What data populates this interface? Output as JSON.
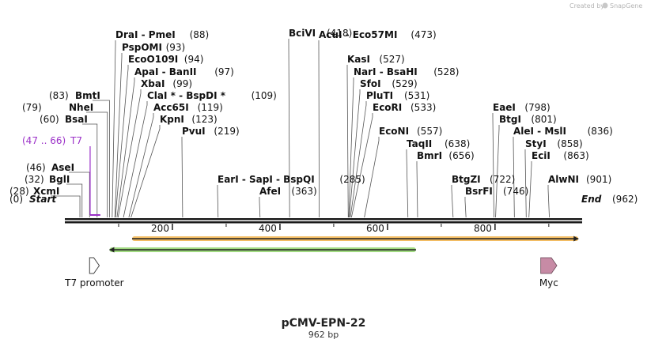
{
  "branding": {
    "created_by": "Created by",
    "app": "SnapGene"
  },
  "sequence": {
    "name": "pCMV-EPN-22",
    "length_label": "962 bp",
    "length": 962
  },
  "ends": {
    "start": {
      "label": "Start",
      "pos": "(0)"
    },
    "end": {
      "label": "End",
      "pos": "(962)"
    }
  },
  "colors": {
    "backbone": "#1a1a1a",
    "orange": "#f0b048",
    "green": "#8fd46a",
    "primer": "#9b30c8",
    "myc": "#c78ba5"
  },
  "ruler": {
    "ticks": [
      {
        "bp": 200,
        "label": "200"
      },
      {
        "bp": 400,
        "label": "400"
      },
      {
        "bp": 600,
        "label": "600"
      },
      {
        "bp": 800,
        "label": "800"
      }
    ]
  },
  "sites": [
    {
      "name": "XcmI",
      "pos": "(28)",
      "bp": 28,
      "side": "left"
    },
    {
      "name": "BglI",
      "pos": "(32)",
      "bp": 32,
      "side": "left"
    },
    {
      "name": "AseI",
      "pos": "(46)",
      "bp": 46,
      "side": "left"
    },
    {
      "name": "BsaI",
      "pos": "(60)",
      "bp": 60,
      "side": "left"
    },
    {
      "name": "NheI",
      "pos": "(79)",
      "bp": 79,
      "side": "left"
    },
    {
      "name": "BmtI",
      "pos": "(83)",
      "bp": 83,
      "side": "left"
    },
    {
      "name": "KpnI",
      "pos": "(123)",
      "bp": 123,
      "side": "right"
    },
    {
      "name": "Acc65I",
      "pos": "(119)",
      "bp": 119,
      "side": "right"
    },
    {
      "name": "ClaI * - BspDI *",
      "pos": "(109)",
      "bp": 109,
      "side": "right"
    },
    {
      "name": "XbaI",
      "pos": "(99)",
      "bp": 99,
      "side": "right"
    },
    {
      "name": "ApaI - BanII",
      "pos": "(97)",
      "bp": 97,
      "side": "right"
    },
    {
      "name": "EcoO109I",
      "pos": "(94)",
      "bp": 94,
      "side": "right"
    },
    {
      "name": "PspOMI",
      "pos": "(93)",
      "bp": 93,
      "side": "right"
    },
    {
      "name": "DraI - PmeI",
      "pos": "(88)",
      "bp": 88,
      "side": "right"
    },
    {
      "name": "PvuI",
      "pos": "(219)",
      "bp": 219,
      "side": "right"
    },
    {
      "name": "EarI - SapI - BspQI",
      "pos": "(285)",
      "bp": 285,
      "side": "right"
    },
    {
      "name": "AfeI",
      "pos": "(363)",
      "bp": 363,
      "side": "right"
    },
    {
      "name": "BciVI",
      "pos": "(418)",
      "bp": 418,
      "side": "right"
    },
    {
      "name": "AcuI - Eco57MI",
      "pos": "(473)",
      "bp": 473,
      "side": "right"
    },
    {
      "name": "KasI",
      "pos": "(527)",
      "bp": 527,
      "side": "right"
    },
    {
      "name": "NarI - BsaHI",
      "pos": "(528)",
      "bp": 528,
      "side": "right"
    },
    {
      "name": "SfoI",
      "pos": "(529)",
      "bp": 529,
      "side": "right"
    },
    {
      "name": "PluTI",
      "pos": "(531)",
      "bp": 531,
      "side": "right"
    },
    {
      "name": "EcoRI",
      "pos": "(533)",
      "bp": 533,
      "side": "right"
    },
    {
      "name": "EcoNI",
      "pos": "(557)",
      "bp": 557,
      "side": "right"
    },
    {
      "name": "TaqII",
      "pos": "(638)",
      "bp": 638,
      "side": "right"
    },
    {
      "name": "BmrI",
      "pos": "(656)",
      "bp": 656,
      "side": "right"
    },
    {
      "name": "BtgZI",
      "pos": "(722)",
      "bp": 722,
      "side": "right"
    },
    {
      "name": "BsrFI",
      "pos": "(746)",
      "bp": 746,
      "side": "right"
    },
    {
      "name": "EaeI",
      "pos": "(798)",
      "bp": 798,
      "side": "right"
    },
    {
      "name": "BtgI",
      "pos": "(801)",
      "bp": 801,
      "side": "right"
    },
    {
      "name": "AleI - MslI",
      "pos": "(836)",
      "bp": 836,
      "side": "right"
    },
    {
      "name": "StyI",
      "pos": "(858)",
      "bp": 858,
      "side": "right"
    },
    {
      "name": "EciI",
      "pos": "(863)",
      "bp": 863,
      "side": "right"
    },
    {
      "name": "AlwNI",
      "pos": "(901)",
      "bp": 901,
      "side": "right"
    }
  ],
  "primer": {
    "name": "T7",
    "range": "(47 .. 66)",
    "start": 47,
    "end": 66
  },
  "features": [
    {
      "name": "T7 promoter",
      "start": 46,
      "end": 64,
      "shape": "arrow-outline"
    },
    {
      "name": "Myc",
      "start": 885,
      "end": 915,
      "shape": "arrow-filled"
    }
  ],
  "orfs": [
    {
      "id": "orf-forward",
      "start": 125,
      "end": 955,
      "direction": "forward",
      "color": "#f0b048"
    },
    {
      "id": "orf-reverse",
      "start": 83,
      "end": 653,
      "direction": "reverse",
      "color": "#8fd46a"
    }
  ]
}
